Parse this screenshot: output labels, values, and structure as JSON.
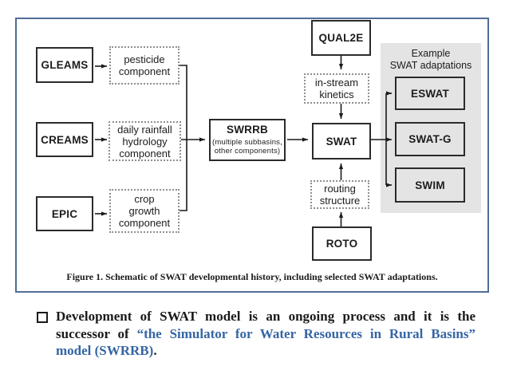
{
  "colors": {
    "frame_border": "#4f6e96",
    "box_border": "#2b2b2b",
    "dashed_border": "#8f8f8f",
    "panel_gray": "#e4e4e4",
    "text_black": "#1a1a1a",
    "text_blue": "#3565a4"
  },
  "figure": {
    "caption": "Figure 1. Schematic of SWAT developmental history, including selected SWAT adaptations.",
    "sources": {
      "gleams": "GLEAMS",
      "creams": "CREAMS",
      "epic": "EPIC"
    },
    "components": {
      "pesticide": "pesticide\ncomponent",
      "daily": "daily rainfall\nhydrology\ncomponent",
      "crop": "crop\ngrowth\ncomponent"
    },
    "swrrb": {
      "title": "SWRRB",
      "sub": "(multiple subbasins,\nother components)"
    },
    "qual2e": "QUAL2E",
    "instream": "in-stream\nkinetics",
    "swat": "SWAT",
    "routing": "routing\nstructure",
    "roto": "ROTO",
    "panel": {
      "header": "Example\nSWAT adaptations",
      "items": [
        "ESWAT",
        "SWAT-G",
        "SWIM"
      ]
    }
  },
  "bullet": {
    "line1": "Development of SWAT model is an ongoing process and it is the",
    "line2_black": "successor of ",
    "line2_blue": "“the Simulator for Water Resources in Rural Basins”",
    "line3_blue": "model (SWRRB)",
    "line3_black": "."
  }
}
